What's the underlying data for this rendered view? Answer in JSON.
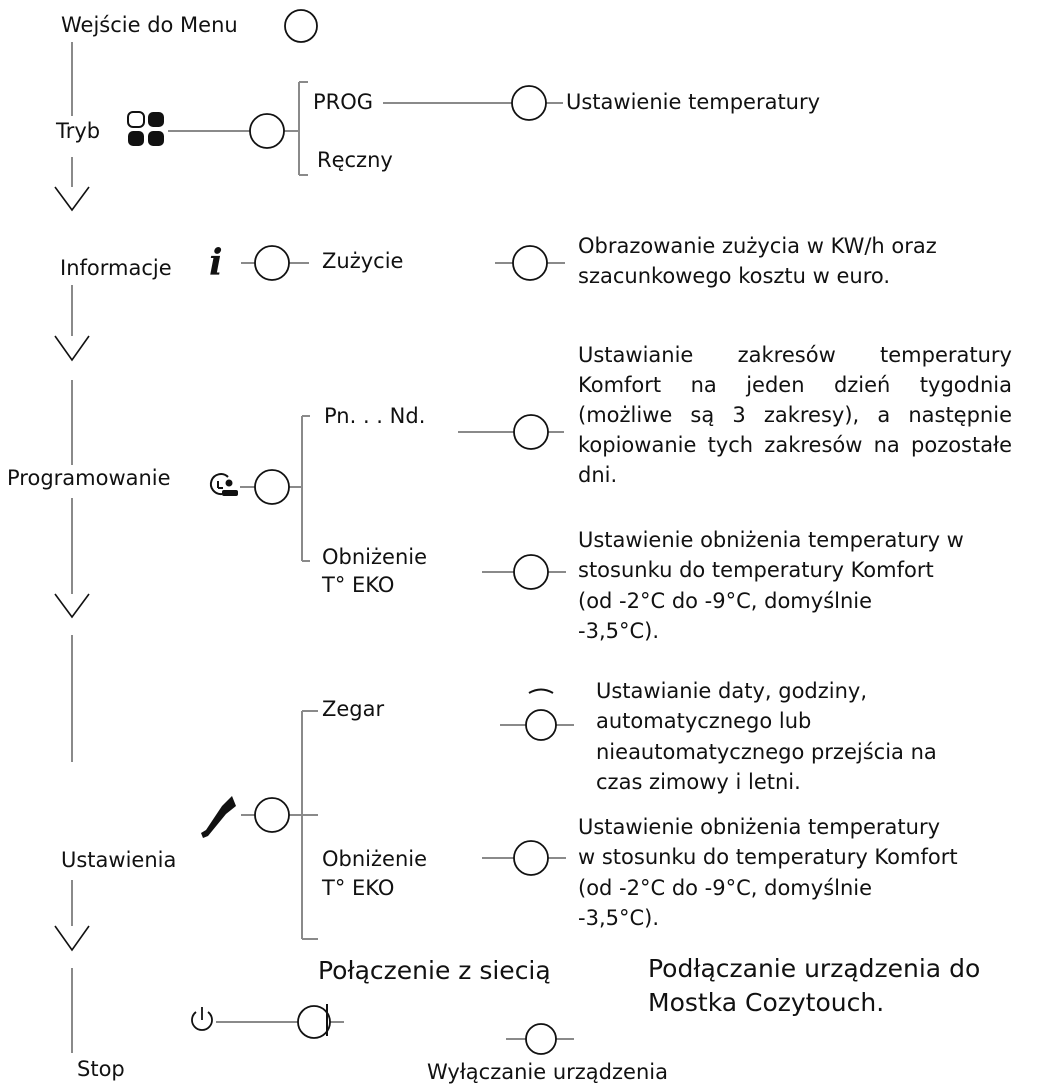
{
  "menu": {
    "entry": "Wejście do Menu",
    "tryb": "Tryb",
    "informacje": "Informacje",
    "programowanie": "Programowanie",
    "ustawienia": "Ustawienia",
    "stop": "Stop"
  },
  "tryb": {
    "prog": "PROG",
    "reczny": "Ręczny",
    "prog_desc": "Ustawienie temperatury"
  },
  "informacje": {
    "zuzycie": "Zużycie",
    "desc_line1": "Obrazowanie zużycia w KW/h oraz",
    "desc_line2": "szacunkowego kosztu w euro."
  },
  "programowanie": {
    "days": "Pn. . . Nd.",
    "days_desc": "Ustawianie zakresów temperatury Komfort na jeden dzień tygodnia (możliwe są 3 zakresy), a następnie kopiowanie tych zakresów na pozostałe dni.",
    "eko_line1": "Obniżenie",
    "eko_line2": "T° EKO",
    "eko_desc_line1": "Ustawienie obniżenia temperatury w",
    "eko_desc_line2": "stosunku do temperatury Komfort",
    "eko_desc_line3": "(od -2°C do -9°C, domyślnie",
    "eko_desc_line4": "-3,5°C)."
  },
  "ustawienia": {
    "zegar": "Zegar",
    "zegar_desc_line1": "Ustawianie daty, godziny,",
    "zegar_desc_line2": "automatycznego lub",
    "zegar_desc_line3": "nieautomatycznego przejścia na",
    "zegar_desc_line4": "czas zimowy i letni.",
    "eko_line1": "Obniżenie",
    "eko_line2": "T° EKO",
    "eko_desc_line1": "Ustawienie obniżenia temperatury",
    "eko_desc_line2": "w stosunku do temperatury Komfort",
    "eko_desc_line3": "(od -2°C do -9°C, domyślnie",
    "eko_desc_line4": "-3,5°C).",
    "network": "Połączenie z siecią",
    "network_desc_line1": "Podłączanie urządzenia do",
    "network_desc_line2": "Mostka Cozytouch."
  },
  "stop": {
    "desc": "Wyłączanie urządzenia"
  },
  "icons": {
    "info": "i",
    "line_color": "#8a8a8a",
    "ink": "#111111"
  }
}
